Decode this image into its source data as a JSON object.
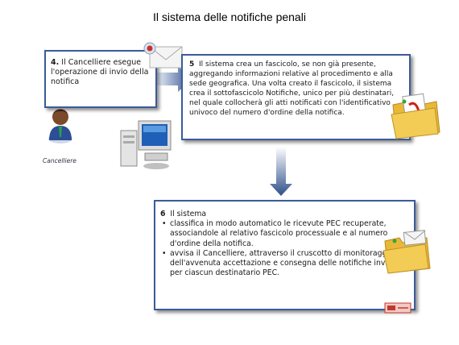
{
  "title": "Il sistema delle notifiche penali",
  "step4": {
    "number": "4.",
    "text": "Il Cancelliere esegue l'operazione di invio della notifica"
  },
  "step5": {
    "number": "5",
    "text": "Il sistema crea un fascicolo, se non già presente, aggregando informazioni relative al procedimento e alla sede geografica. Una volta creato il fascicolo, il sistema crea il sottofascicolo Notifiche, unico per più destinatari, nel quale collocherà gli atti notificati con l'identificativo univoco del numero d'ordine della notifica."
  },
  "step6": {
    "number": "6",
    "heading": "Il sistema",
    "bullets": [
      "classifica in modo automatico le ricevute PEC recuperate, associandole al relativo fascicolo processuale e al numero d'ordine della notifica.",
      "avvisa il Cancelliere, attraverso il cruscotto di monitoraggio, dell'avvenuta accettazione e consegna delle notifiche inviate per ciascun destinatario PEC."
    ]
  },
  "actor_label": "Cancelliere",
  "colors": {
    "box_border": "#3b5b9a",
    "arrow_dark": "#2e4f8a",
    "arrow_light": "#e8eef8",
    "folder": "#f0c64a"
  },
  "icons": [
    "envelope-icon",
    "user-icon",
    "computer-icon",
    "folder-pdf-icon",
    "folder-mail-icon",
    "stamp-icon"
  ]
}
